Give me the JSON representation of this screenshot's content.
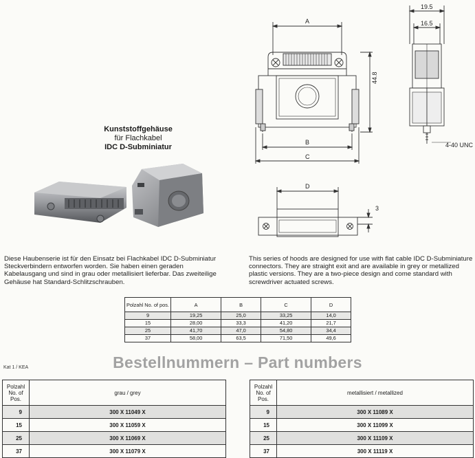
{
  "title": {
    "line1": "Kunststoffgehäuse",
    "line2": "für Flachkabel",
    "line3": "IDC D-Subminiatur"
  },
  "drawing_labels": {
    "a": "A",
    "b": "B",
    "c": "C",
    "d": "D",
    "h": "44.8",
    "w1": "19.5",
    "w2": "16.5",
    "thread": "4-40 UNC",
    "three": "3"
  },
  "description_de": "Diese Haubenserie ist für den Einsatz bei Flachkabel IDC D-Subminiatur Steckverbindern entworfen worden. Sie haben einen geraden Kabelausgang und sind in grau oder metallisiert lieferbar. Das zweiteilige Gehäuse hat Standard-Schlitzschrauben.",
  "description_en": "This series of hoods are designed for use with flat cable IDC D-Subminiature connectors. They are straight exit and are available in grey or metallized plastic versions. They are a two-piece design and come standard with screwdriver actuated screws.",
  "dims_table": {
    "header": [
      "Polzahl No. of pos.",
      "A",
      "B",
      "C",
      "D"
    ],
    "rows": [
      [
        "9",
        "19,25",
        "25,0",
        "33,25",
        "14,0"
      ],
      [
        "15",
        "28,00",
        "33,3",
        "41,20",
        "21,7"
      ],
      [
        "25",
        "41,70",
        "47,0",
        "54,80",
        "34,4"
      ],
      [
        "37",
        "58,00",
        "63,5",
        "71,50",
        "49,6"
      ]
    ]
  },
  "kat": "Kat 1 / KEA",
  "heading": "Bestellnummern  –  Part numbers",
  "parts_grey": {
    "col1": "Polzahl No. of Pos.",
    "col2": "grau / grey",
    "rows": [
      {
        "pos": "9",
        "num": "300 X 11049 X"
      },
      {
        "pos": "15",
        "num": "300 X 11059 X"
      },
      {
        "pos": "25",
        "num": "300 X 11069 X"
      },
      {
        "pos": "37",
        "num": "300 X 11079 X"
      }
    ]
  },
  "parts_metal": {
    "col1": "Polzahl No. of Pos.",
    "col2": "metallisiert / metallized",
    "rows": [
      {
        "pos": "9",
        "num": "300 X 11089 X"
      },
      {
        "pos": "15",
        "num": "300 X 11099 X"
      },
      {
        "pos": "25",
        "num": "300 X 11109 X"
      },
      {
        "pos": "37",
        "num": "300 X 11119 X"
      }
    ]
  }
}
